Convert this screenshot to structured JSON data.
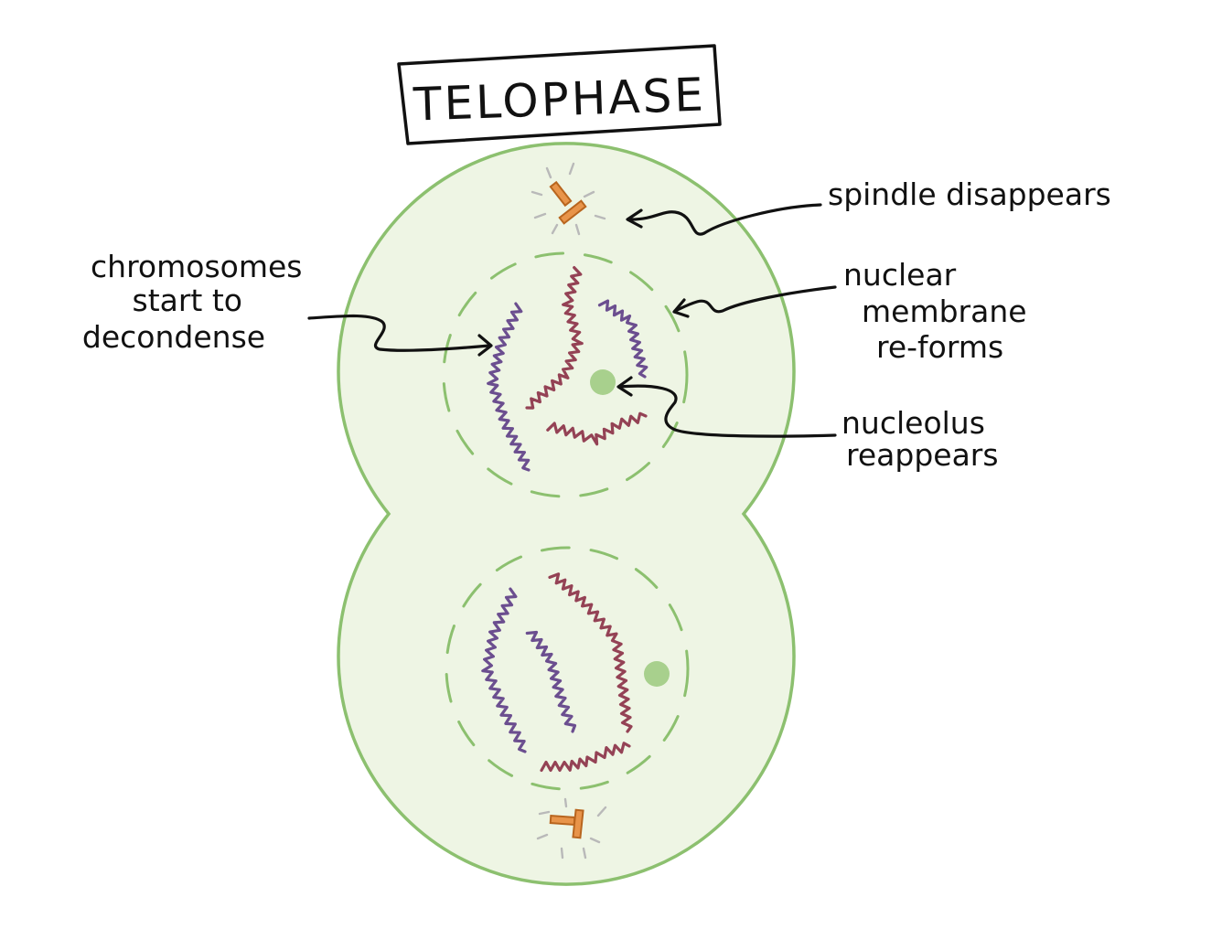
{
  "title": "TELOPHASE",
  "colors": {
    "cell_fill": "#eef5e4",
    "cell_outline": "#8cc06f",
    "nucleolus": "#a8d08d",
    "chromosome_purple": "#6b4e8f",
    "chromosome_red": "#944255",
    "centriole": "#e8944a",
    "spindle": "#b9b9b9"
  },
  "labels": {
    "spindle": [
      "spindle disappears"
    ],
    "chromosomes": [
      "chromosomes",
      "start to",
      "decondense"
    ],
    "membrane": [
      "nuclear",
      "membrane",
      "re-forms"
    ],
    "nucleolus": [
      "nucleolus",
      "reappears"
    ]
  }
}
